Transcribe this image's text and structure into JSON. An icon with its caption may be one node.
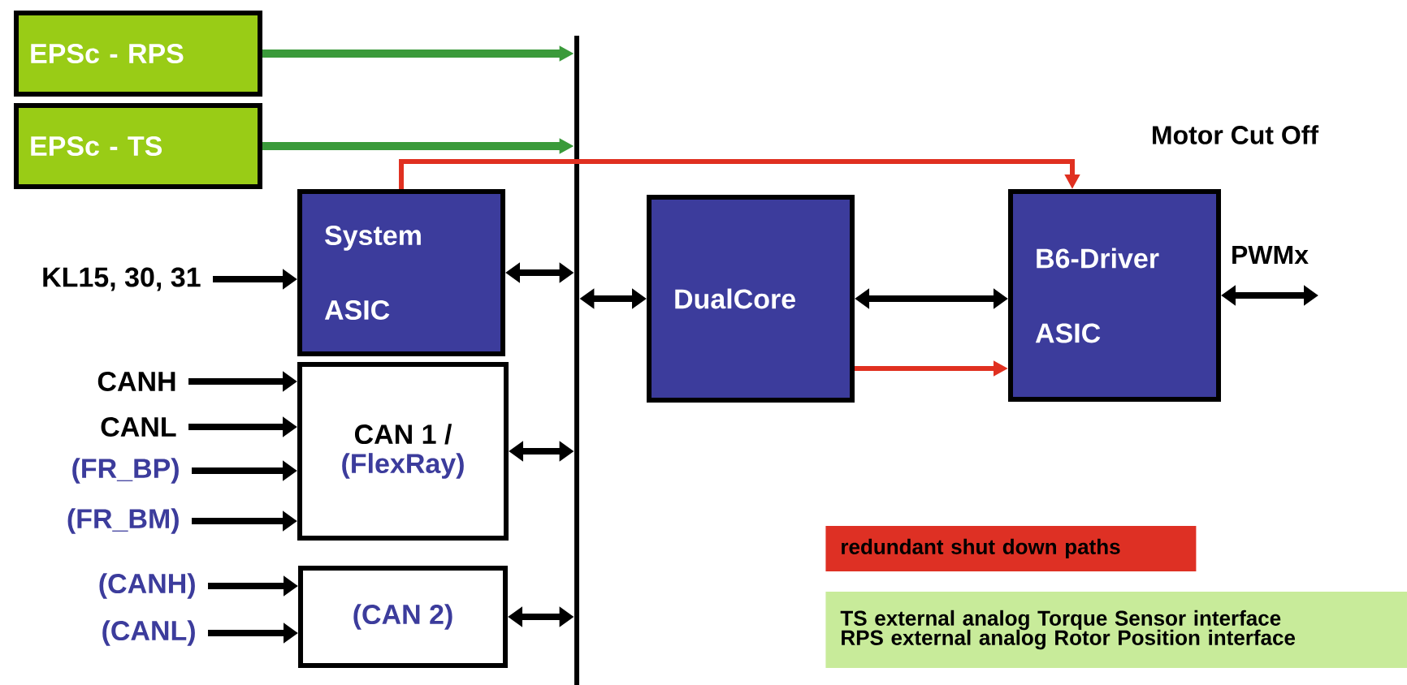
{
  "diagram": {
    "nodes": [
      {
        "text": [
          "EPSc - RPS"
        ]
      },
      {
        "text": [
          "EPSc - TS"
        ]
      },
      {
        "text": [
          "System",
          "ASIC"
        ]
      },
      {
        "text": [
          "CAN 1 /",
          "(FlexRay)"
        ]
      },
      {
        "text": [
          "(CAN 2)"
        ]
      },
      {
        "text": [],
        "shape": "bar"
      },
      {
        "text": [
          "DualCore"
        ]
      },
      {
        "text": [
          "B6-Driver",
          "ASIC"
        ]
      },
      {
        "text": [
          "KL15, 30, 31"
        ]
      },
      {
        "text": [
          "CANH"
        ]
      },
      {
        "text": [
          "CANL"
        ]
      },
      {
        "text": [
          "(FR_BP)"
        ]
      },
      {
        "text": [
          "(FR_BM)"
        ]
      },
      {
        "text": [
          "(CANH)"
        ]
      },
      {
        "text": [
          "(CANL)"
        ]
      },
      {
        "text": [
          "redundant shut down paths"
        ]
      },
      {
        "text": [
          "TS external analog Torque Sensor interface",
          "RPS external analog Rotor Position interface"
        ]
      }
    ],
    "edges": [
      {
        "from": 0,
        "to": 5,
        "arrow": "to",
        "color": "#3a9a3a"
      },
      {
        "from": 1,
        "to": 5,
        "arrow": "to",
        "color": "#3a9a3a"
      },
      {
        "from": 2,
        "to": 7,
        "arrow": "to",
        "color": "#e03020"
      },
      {
        "from": 8,
        "to": 2,
        "arrow": "to"
      },
      {
        "from": 2,
        "to": 5,
        "arrow": "both"
      },
      {
        "from": 5,
        "to": 6,
        "arrow": "both"
      },
      {
        "from": 6,
        "to": 7,
        "arrow": "both"
      },
      {
        "from": 6,
        "to": 7,
        "arrow": "to",
        "color": "#e03020"
      },
      {
        "from": 7,
        "to": null,
        "arrow": "both",
        "label": "PWMx"
      },
      {
        "from": 9,
        "to": 3,
        "arrow": "to"
      },
      {
        "from": 10,
        "to": 3,
        "arrow": "to"
      },
      {
        "from": 11,
        "to": 3,
        "arrow": "to"
      },
      {
        "from": 12,
        "to": 3,
        "arrow": "to"
      },
      {
        "from": 3,
        "to": 5,
        "arrow": "both"
      },
      {
        "from": 13,
        "to": 4,
        "arrow": "to"
      },
      {
        "from": 14,
        "to": 4,
        "arrow": "to"
      },
      {
        "from": 4,
        "to": 5,
        "arrow": "both"
      }
    ],
    "labels": [
      "Motor Cut Off"
    ]
  }
}
